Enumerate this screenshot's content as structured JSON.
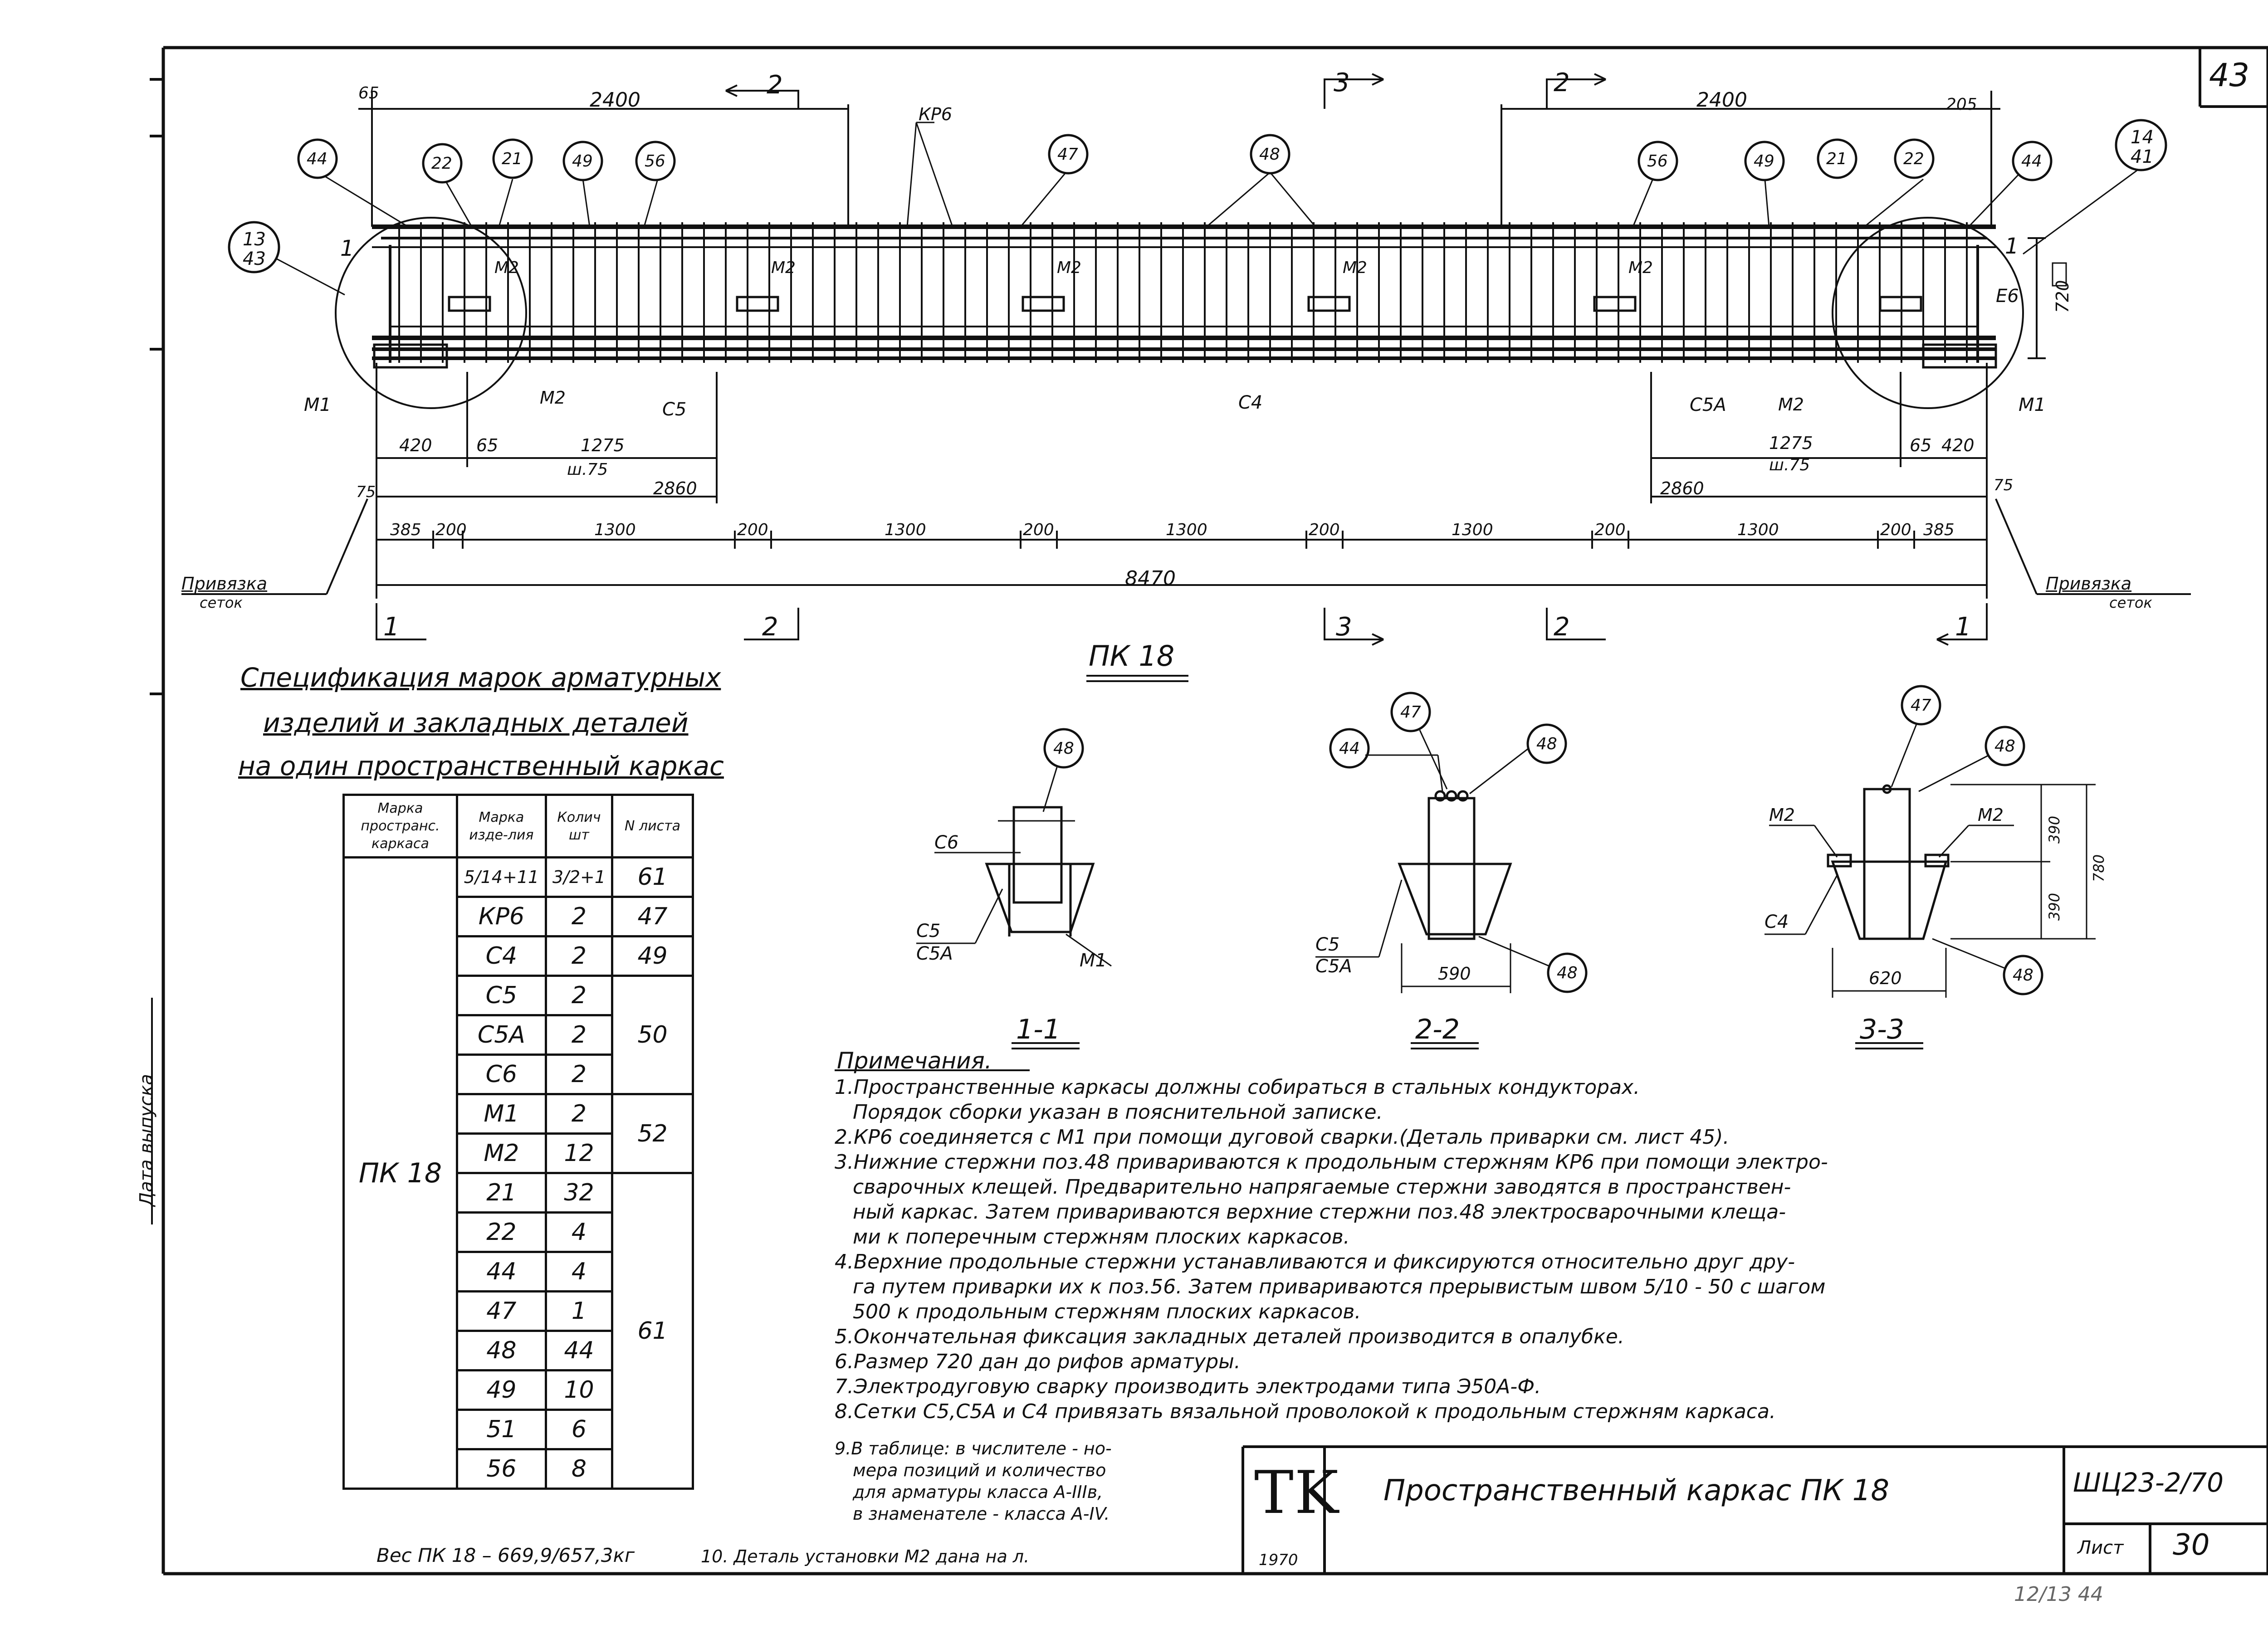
{
  "sheet": {
    "corner_number": "43",
    "code": "ШЦ23-2/70",
    "sheet_label": "Лист",
    "sheet_number": "30",
    "bottom_handwritten": "12/13 44",
    "side_label": "Дата выпуска"
  },
  "title_block": {
    "logo_letters": "TK",
    "title": "Пространственный каркас ПК 18",
    "year_fragment": "1970"
  },
  "elevation": {
    "name": "ПК 18",
    "top_dims": {
      "left_span": "2400",
      "right_span": "2400",
      "left_edge": "65",
      "right_edge": "205"
    },
    "height_dim": "720",
    "bottom_rows": {
      "row1_left": [
        "420",
        "65",
        "1275",
        "ш.75"
      ],
      "row1_right": [
        "1275",
        "ш.75",
        "65",
        "420"
      ],
      "row2_left": "2860",
      "row2_right": "2860",
      "row3": [
        "385",
        "200",
        "1300",
        "200",
        "1300",
        "200",
        "1300",
        "200",
        "1300",
        "200",
        "1300",
        "200",
        "385"
      ],
      "edge_75_left": "75",
      "edge_75_right": "75",
      "total": "8470"
    },
    "bubbles": [
      "44",
      "22",
      "21",
      "49",
      "56",
      "47",
      "48",
      "56",
      "49",
      "21",
      "22",
      "44"
    ],
    "fraction_bubbles": [
      {
        "num": "13",
        "den": "43"
      },
      {
        "num": "14",
        "den": "41"
      }
    ],
    "labels": {
      "kp6": "КР6",
      "m2": "М2",
      "m1": "М1",
      "c5": "С5",
      "c4": "С4",
      "c5a": "С5А",
      "e6": "Е6",
      "binding": "Привязка",
      "meshes": "сеток"
    },
    "section_marks": {
      "one": "1",
      "two": "2",
      "three": "3"
    }
  },
  "sections": [
    {
      "name": "1-1",
      "bubble": "48",
      "labels": [
        "С6",
        "С5",
        "С5А",
        "М1"
      ]
    },
    {
      "name": "2-2",
      "bubbles": [
        "47",
        "44",
        "48",
        "48"
      ],
      "labels": [
        "С5",
        "С5А"
      ],
      "width": "590"
    },
    {
      "name": "3-3",
      "bubbles": [
        "47",
        "48",
        "48"
      ],
      "labels": [
        "М2",
        "М2",
        "С4"
      ],
      "width": "620",
      "dims": [
        "390",
        "390",
        "780"
      ]
    }
  ],
  "spec": {
    "title_lines": [
      "Спецификация марок арматурных",
      "изделий и закладных деталей",
      "на один пространственный каркас"
    ],
    "headers": [
      "Марка пространс. каркаса",
      "Марка изде-лия",
      "Колич шт",
      "N листа"
    ],
    "frame_mark": "ПК 18",
    "rows": [
      {
        "item": "5/14+11",
        "qty": "3/2+1",
        "sheet": "61"
      },
      {
        "item": "КР6",
        "qty": "2",
        "sheet": "47"
      },
      {
        "item": "С4",
        "qty": "2",
        "sheet": "49"
      },
      {
        "item": "С5",
        "qty": "2",
        "sheet": ""
      },
      {
        "item": "С5А",
        "qty": "2",
        "sheet": "50"
      },
      {
        "item": "С6",
        "qty": "2",
        "sheet": ""
      },
      {
        "item": "М1",
        "qty": "2",
        "sheet": ""
      },
      {
        "item": "М2",
        "qty": "12",
        "sheet": "52"
      },
      {
        "item": "21",
        "qty": "32",
        "sheet": ""
      },
      {
        "item": "22",
        "qty": "4",
        "sheet": ""
      },
      {
        "item": "44",
        "qty": "4",
        "sheet": "61"
      },
      {
        "item": "47",
        "qty": "1",
        "sheet": ""
      },
      {
        "item": "48",
        "qty": "44",
        "sheet": ""
      },
      {
        "item": "49",
        "qty": "10",
        "sheet": ""
      },
      {
        "item": "51",
        "qty": "6",
        "sheet": ""
      },
      {
        "item": "56",
        "qty": "8",
        "sheet": ""
      }
    ],
    "weight": "Вес ПК 18 – 669,9/657,3кг"
  },
  "notes": {
    "heading": "Примечания.",
    "lines": [
      "1.Пространственные каркасы должны собираться в стальных кондукторах.",
      "Порядок сборки указан в пояснительной записке.",
      "2.КР6 соединяется с М1 при помощи дуговой сварки.(Деталь приварки см. лист 45).",
      "3.Нижние стержни поз.48 привариваются к продольным стержням КР6 при помощи электро-",
      "сварочных клещей. Предварительно напрягаемые стержни заводятся в пространствен-",
      "ный каркас. Затем привариваются верхние стержни поз.48 электросварочными клеща-",
      "ми к поперечным стержням плоских каркасов.",
      "4.Верхние продольные стержни устанавливаются и фиксируются относительно друг дру-",
      "га путем приварки их к поз.56. Затем привариваются прерывистым швом 5/10 - 50 с шагом",
      "500 к продольным стержням плоских каркасов.",
      "5.Окончательная фиксация закладных деталей производится в опалубке.",
      "6.Размер 720 дан до рифов арматуры.",
      "7.Электродуговую сварку производить электродами типа Э50А-Ф.",
      "8.Сетки С5,С5А и С4 привязать вязальной проволокой к продольным стержням каркаса.",
      "9.В таблице: в числителе - но-",
      "мера позиций и количество",
      "для арматуры класса А-IIIв,",
      "в знаменателе - класса А-IV.",
      "10. Деталь установки М2 дана на л."
    ]
  }
}
